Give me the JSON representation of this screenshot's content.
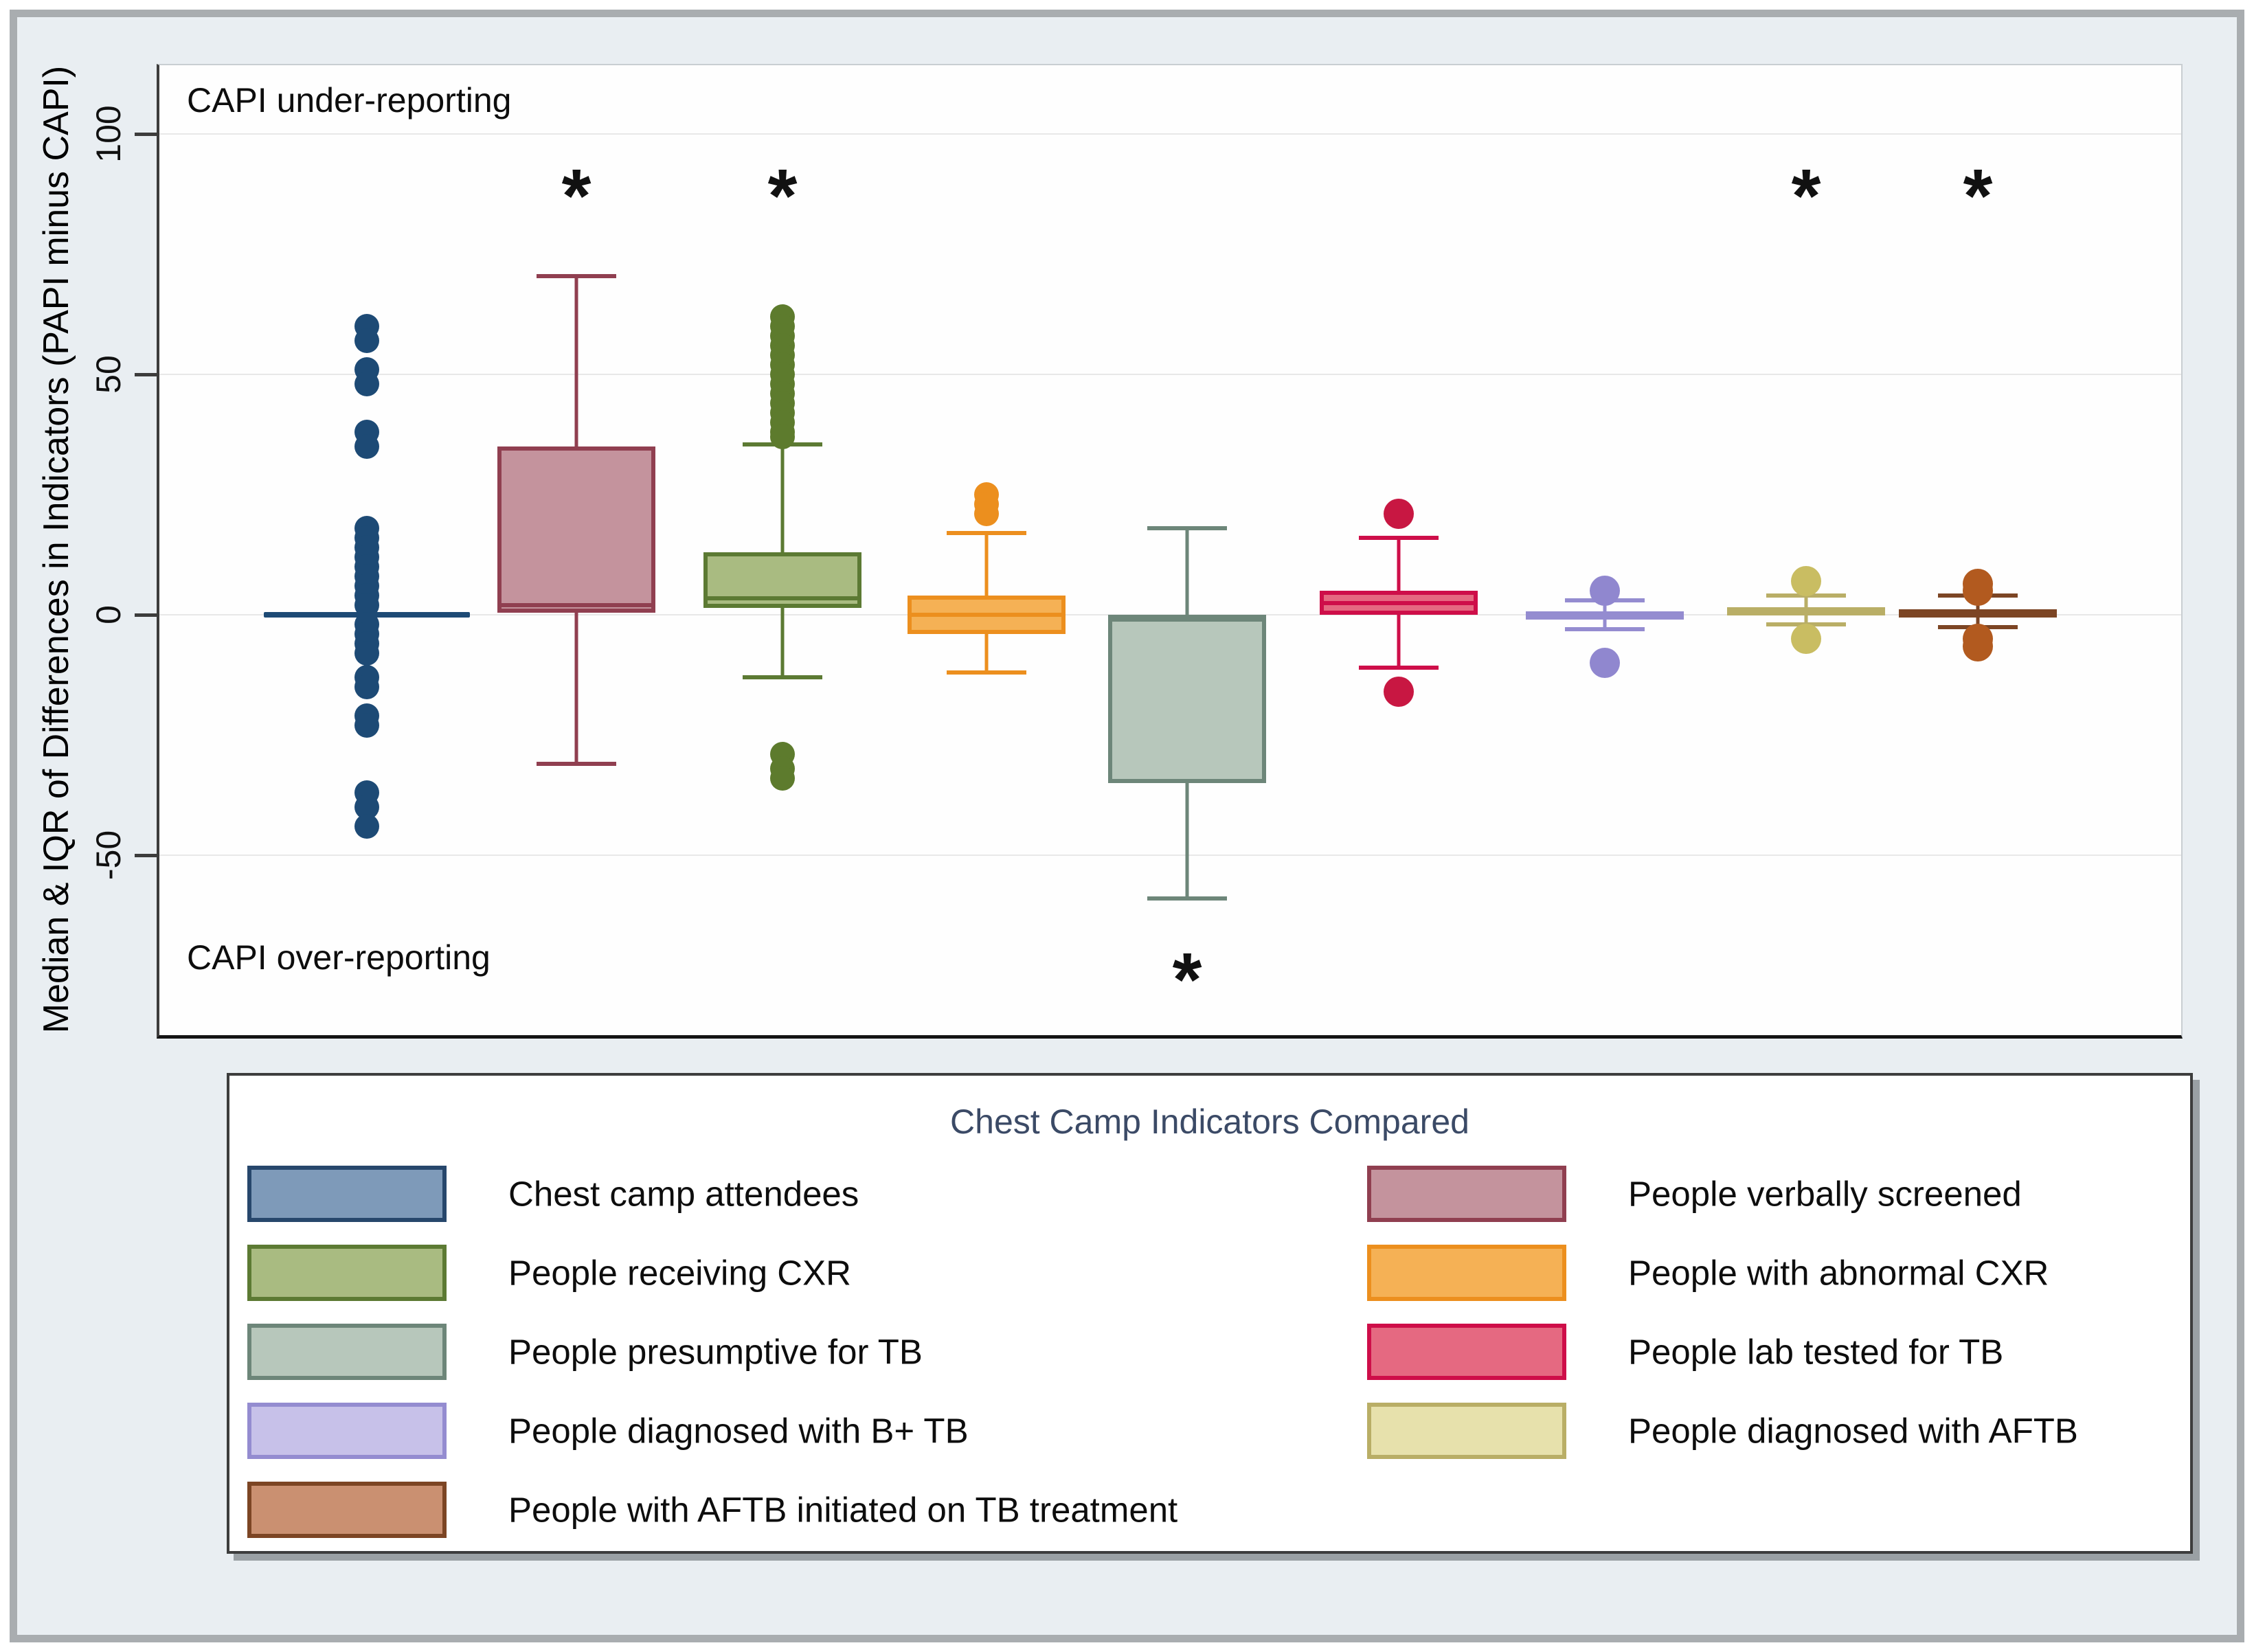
{
  "figure": {
    "y_axis_title": "Median & IQR of Differences in Indicators (PAPI minus CAPI)",
    "annotation_top": "CAPI under-reporting",
    "annotation_bottom": "CAPI over-reporting",
    "significance_symbol": "*"
  },
  "legend": {
    "title": "Chest Camp Indicators Compared",
    "left_column_group_indexes": [
      0,
      2,
      4,
      6,
      8
    ],
    "right_column_group_indexes": [
      1,
      3,
      5,
      7
    ]
  },
  "chart_data": {
    "type": "box",
    "ylabel": "Median & IQR of Differences in Indicators (PAPI minus CAPI)",
    "ylim": [
      -88,
      114
    ],
    "yticks": [
      100,
      50,
      0,
      -50
    ],
    "grid": true,
    "legend_position": "bottom",
    "annotations": [
      {
        "text": "CAPI under-reporting",
        "position": "top-left-inside"
      },
      {
        "text": "CAPI over-reporting",
        "position": "bottom-left-inside"
      }
    ],
    "groups": [
      {
        "name": "Chest camp attendees",
        "fill": "#7e9ab9",
        "border": "#27476c",
        "dot": "#1d4a75",
        "collapsed_at_zero": true,
        "p25": 0,
        "median": 0,
        "p75": 0,
        "whisker_low": 0,
        "whisker_high": 0,
        "outliers": [
          60,
          57,
          51,
          48,
          38,
          35,
          18,
          16,
          14,
          12,
          10,
          8,
          6,
          4,
          2,
          -2,
          -4,
          -6,
          -8,
          -13,
          -15,
          -21,
          -23,
          -37,
          -40,
          -44
        ],
        "significance": null
      },
      {
        "name": "People verbally screened",
        "fill": "#c4939d",
        "border": "#903f50",
        "dot": "#903f50",
        "p25": 0.5,
        "median": 2,
        "p75": 35,
        "whisker_low": -31,
        "whisker_high": 70.5,
        "outliers": [],
        "significance": "above"
      },
      {
        "name": "People receiving CXR",
        "fill": "#a9bb81",
        "border": "#5c7a33",
        "dot": "#5d7b2d",
        "p25": 1.5,
        "median": 3.5,
        "p75": 13,
        "whisker_low": -13,
        "whisker_high": 35.5,
        "outliers": [
          62,
          60,
          58,
          56,
          54,
          52,
          50,
          48,
          46,
          44,
          42,
          40,
          38,
          37,
          -29,
          -32,
          -34
        ],
        "significance": "above"
      },
      {
        "name": "People with abnormal CXR",
        "fill": "#f5b155",
        "border": "#ec8f1e",
        "dot": "#ec8f1e",
        "p25": -4,
        "median": 0,
        "p75": 4,
        "whisker_low": -12,
        "whisker_high": 17,
        "outliers": [
          25,
          23,
          21
        ],
        "significance": null
      },
      {
        "name": "People presumptive for TB",
        "fill": "#b7c7bb",
        "border": "#6d8679",
        "dot": "#6d8679",
        "p25": -35,
        "median": -1,
        "p75": 0,
        "whisker_low": -59,
        "whisker_high": 18,
        "outliers": [],
        "significance": "below"
      },
      {
        "name": "People lab tested for TB",
        "fill": "#e56981",
        "border": "#ce0e49",
        "dot": "#c81742",
        "big_dots": true,
        "p25": 0,
        "median": 2.5,
        "p75": 5,
        "whisker_low": -11,
        "whisker_high": 16,
        "outliers": [
          21,
          -16
        ],
        "significance": null
      },
      {
        "name": "People diagnosed with B+ TB",
        "fill": "#c7c1e9",
        "border": "#948cd0",
        "dot": "#9087cf",
        "big_dots": true,
        "p25": -0.7,
        "median": 0,
        "p75": 0.7,
        "whisker_low": -3,
        "whisker_high": 3,
        "outliers": [
          5,
          -10
        ],
        "significance": null
      },
      {
        "name": "People diagnosed with AFTB",
        "fill": "#e7e1ac",
        "border": "#b9ae66",
        "dot": "#c9bd62",
        "big_dots": true,
        "p25": 0,
        "median": 0.8,
        "p75": 1.6,
        "whisker_low": -2,
        "whisker_high": 4,
        "outliers": [
          7,
          -5
        ],
        "significance": "above"
      },
      {
        "name": "People with AFTB initiated on TB treatment",
        "fill": "#ca9071",
        "border": "#7c4524",
        "dot": "#b25a1f",
        "big_dots": true,
        "p25": 0,
        "median": 0.5,
        "p75": 1.2,
        "whisker_low": -2.5,
        "whisker_high": 4,
        "outliers": [
          6.5,
          5,
          -6.5,
          -5
        ],
        "significance": "above"
      }
    ]
  }
}
